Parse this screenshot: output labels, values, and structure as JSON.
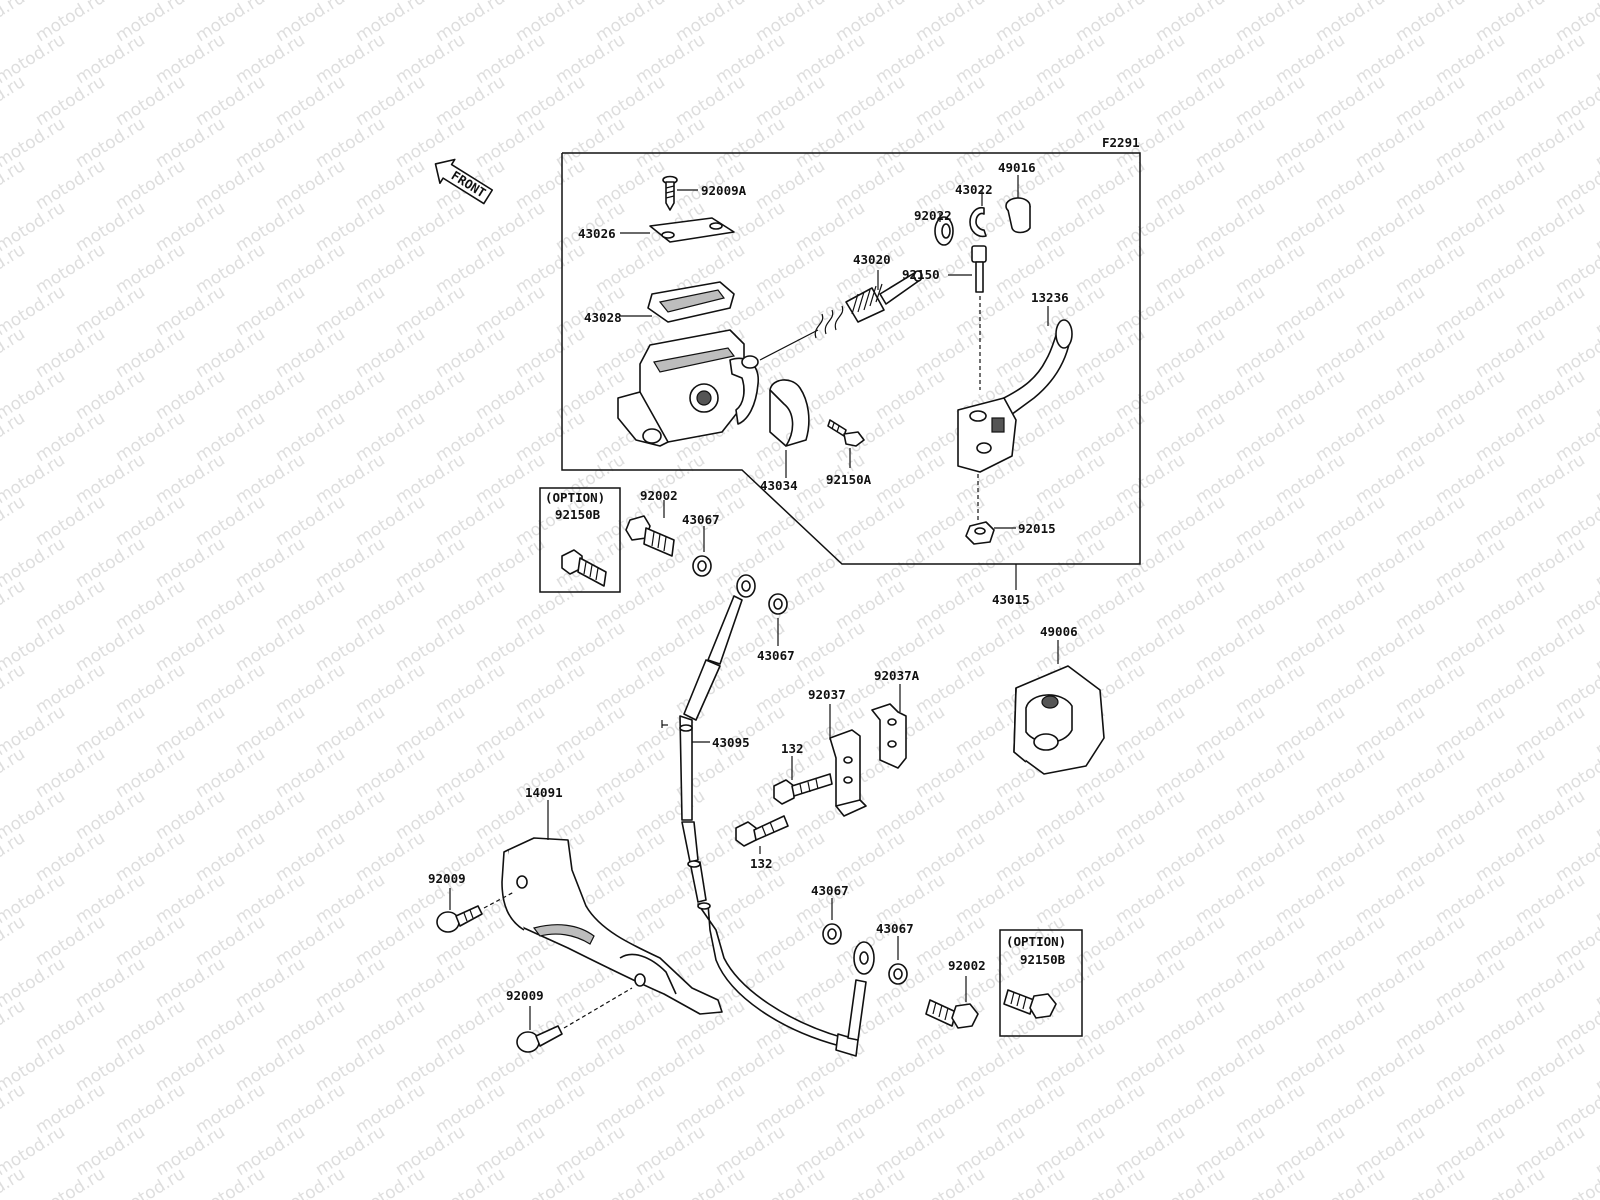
{
  "figure_code": "F2291",
  "watermark": "motod.ru",
  "front_badge": "FRONT",
  "option_label": "(OPTION)",
  "labels": {
    "p92009A": "92009A",
    "p43026": "43026",
    "p43028": "43028",
    "p43020": "43020",
    "p92022": "92022",
    "p43022": "43022",
    "p49016": "49016",
    "p13236": "13236",
    "p92150": "92150",
    "p43034": "43034",
    "p92150A": "92150A",
    "p92015": "92015",
    "p43015": "43015",
    "p92002_top": "92002",
    "p43067_top": "43067",
    "p92150B_top": "92150B",
    "p43067_mid": "43067",
    "p49006": "49006",
    "p92037": "92037",
    "p92037A": "92037A",
    "p43095": "43095",
    "p132_top": "132",
    "p132_bottom": "132",
    "p14091": "14091",
    "p92009_top": "92009",
    "p92009_bottom": "92009",
    "p43067_low1": "43067",
    "p43067_low2": "43067",
    "p92002_bottom": "92002",
    "p92150B_bottom": "92150B"
  }
}
